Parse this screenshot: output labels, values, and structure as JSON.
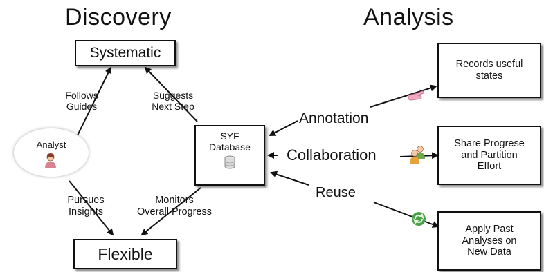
{
  "headings": {
    "discovery": "Discovery",
    "analysis": "Analysis"
  },
  "nodes": {
    "systematic": "Systematic",
    "flexible": "Flexible",
    "analyst": "Analyst",
    "syf_database": "SYF\nDatabase",
    "records": "Records useful\nstates",
    "share": "Share Progrese\nand Partition\nEffort",
    "apply": "Apply Past\nAnalyses on\nNew Data"
  },
  "edge_labels": {
    "follows_guides": "Follows\nGuides",
    "suggests_next_step": "Suggests\nNext Step",
    "pursues_insights": "Pursues\nInsights",
    "monitors_overall_progress": "Monitors\nOverall Progress",
    "annotation": "Annotation",
    "collaboration": "Collaboration",
    "reuse": "Reuse"
  },
  "icons": {
    "analyst": "person-icon",
    "database": "database-icon",
    "annotation": "hand-pointer-icon",
    "collaboration": "people-icon",
    "reuse": "recycle-icon"
  },
  "colors": {
    "person": "#d9838f",
    "hand": "#f0a9c0",
    "people_orange": "#e8a23a",
    "people_green": "#6fa84d",
    "recycle": "#4aa14a"
  }
}
